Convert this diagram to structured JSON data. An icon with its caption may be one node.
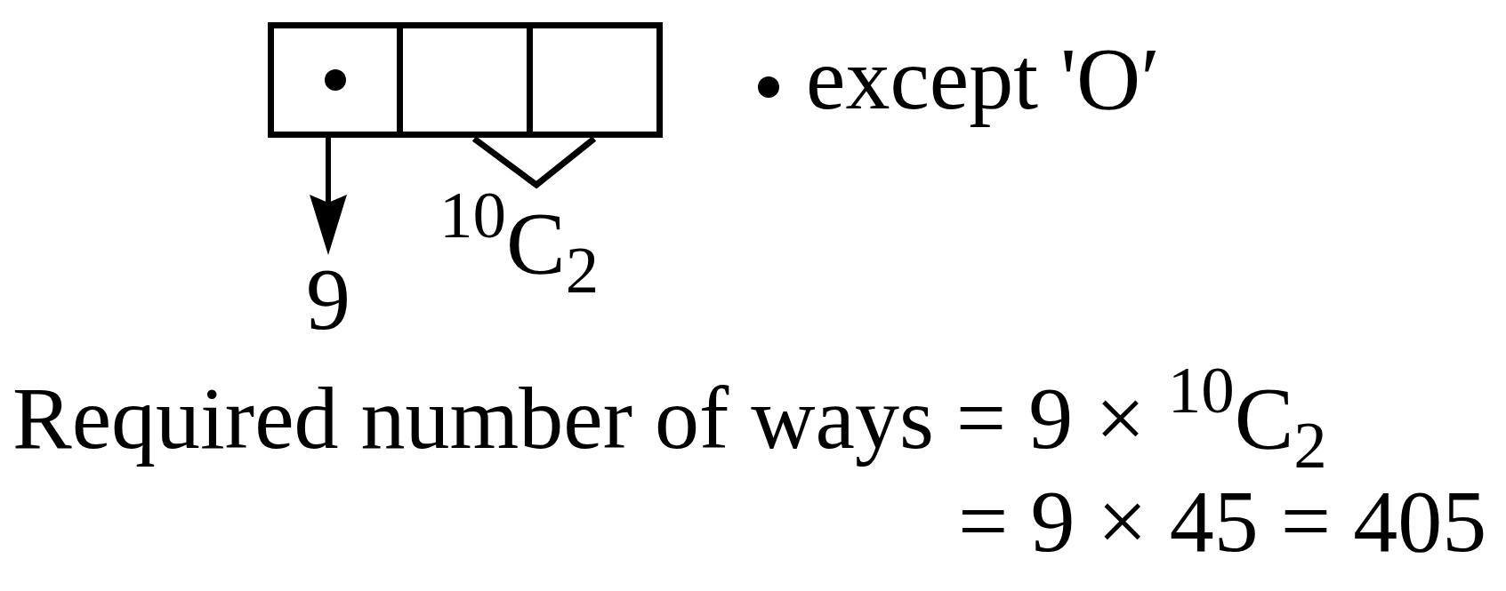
{
  "diagram": {
    "nodes": [
      {
        "text": [],
        "shape": "box"
      },
      {
        "text": [],
        "shape": "box"
      },
      {
        "text": [],
        "shape": "box"
      },
      {
        "text": [
          "9"
        ]
      }
    ],
    "edges": [
      {
        "from": 0,
        "to": 3,
        "arrow": "to"
      }
    ],
    "labels": [
      "$^{10}$C$_{2}$",
      "Required number of ways = 9 × $^{10}$C$_{2}$",
      "= 9 × 45 = 405"
    ],
    "legend": [
      {
        "text": "except 'O′"
      }
    ]
  }
}
